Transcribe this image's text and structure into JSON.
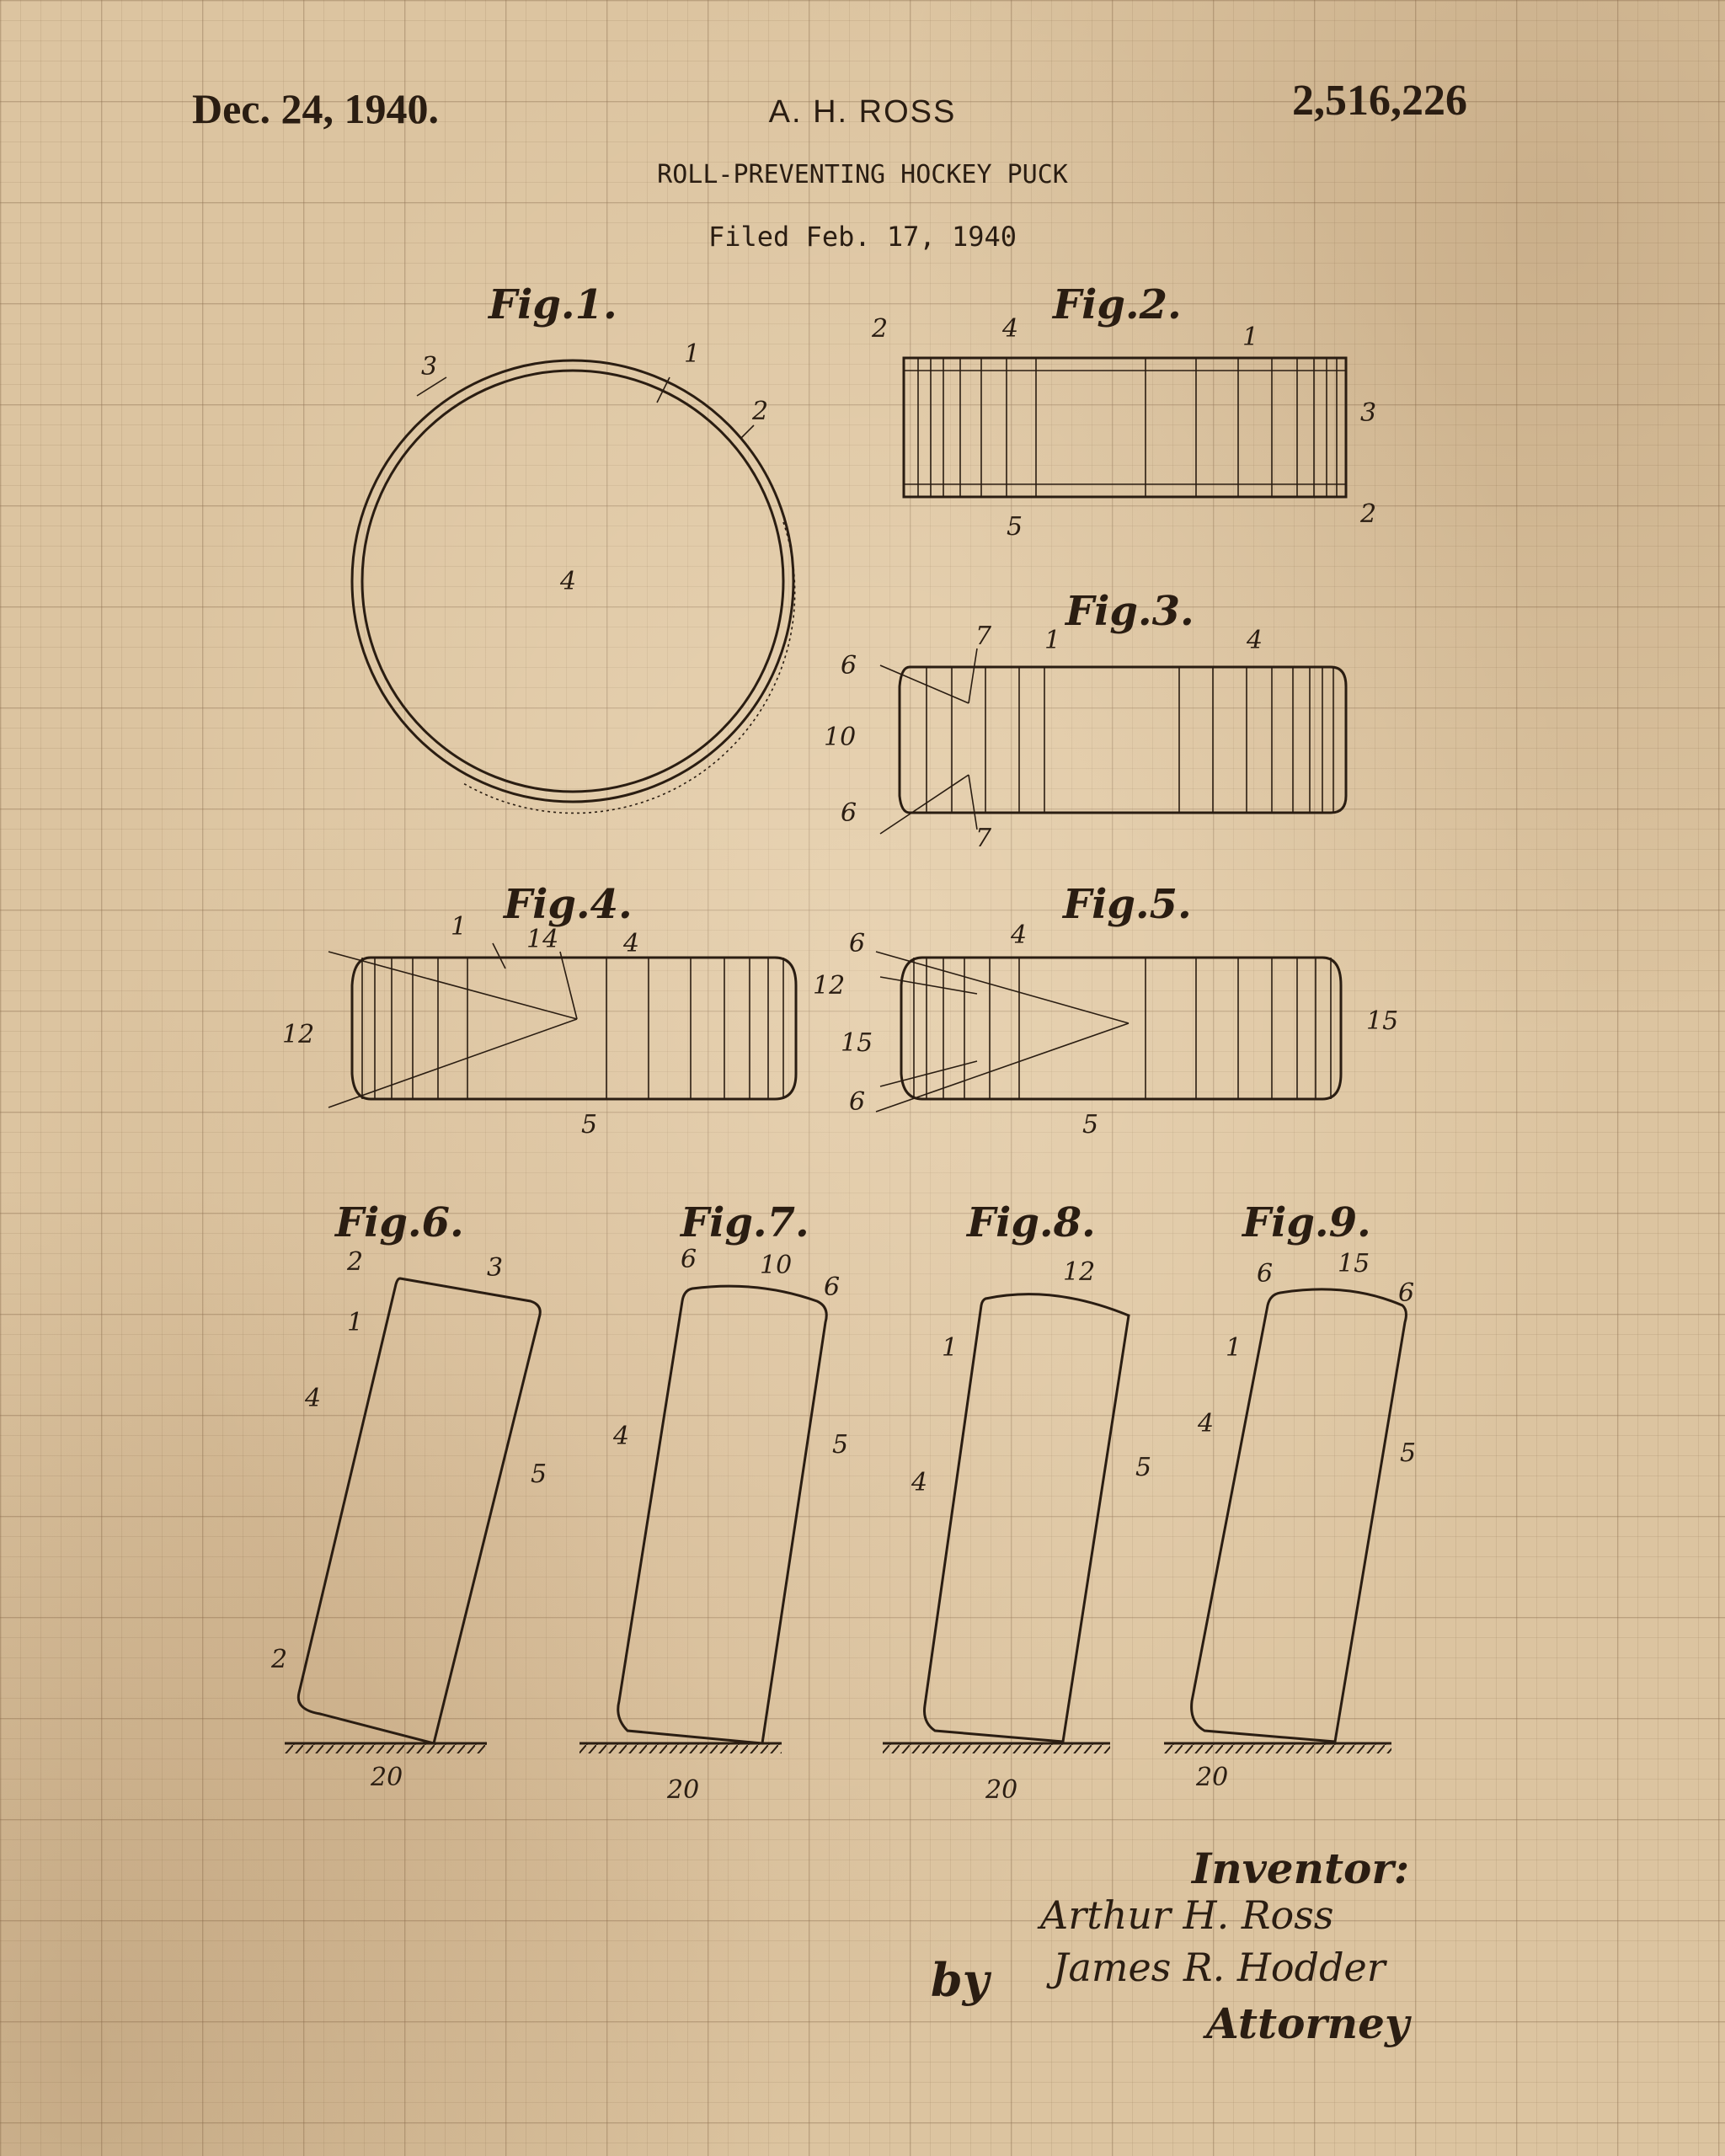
{
  "header": {
    "date": "Dec. 24, 1940.",
    "inventor": "A. H. ROSS",
    "patent_number": "2,516,226",
    "title": "ROLL-PREVENTING HOCKEY PUCK",
    "filed": "Filed Feb. 17, 1940"
  },
  "figures": {
    "fig1": {
      "label": "Fig.1.",
      "refs": [
        "1",
        "2",
        "3",
        "4"
      ]
    },
    "fig2": {
      "label": "Fig.2.",
      "refs": [
        "1",
        "2",
        "3",
        "4",
        "5",
        "2"
      ]
    },
    "fig3": {
      "label": "Fig.3.",
      "refs": [
        "1",
        "4",
        "6",
        "6",
        "7",
        "7",
        "10"
      ]
    },
    "fig4": {
      "label": "Fig.4.",
      "refs": [
        "1",
        "4",
        "5",
        "12",
        "12",
        "14"
      ]
    },
    "fig5": {
      "label": "Fig.5.",
      "refs": [
        "4",
        "5",
        "6",
        "6",
        "15",
        "15"
      ]
    },
    "fig6": {
      "label": "Fig.6.",
      "refs": [
        "1",
        "2",
        "2",
        "3",
        "4",
        "5",
        "20"
      ]
    },
    "fig7": {
      "label": "Fig.7.",
      "refs": [
        "4",
        "5",
        "6",
        "6",
        "10",
        "20"
      ]
    },
    "fig8": {
      "label": "Fig.8.",
      "refs": [
        "1",
        "4",
        "5",
        "12",
        "20"
      ]
    },
    "fig9": {
      "label": "Fig.9.",
      "refs": [
        "1",
        "4",
        "5",
        "6",
        "6",
        "15",
        "20"
      ]
    }
  },
  "signature": {
    "inventor_heading": "Inventor:",
    "inventor_name": "Arthur H. Ross",
    "by": "by",
    "attorney_name": "James R. Hodder",
    "attorney_heading": "Attorney"
  },
  "colors": {
    "ink": "#2a1d12",
    "paper": "#dcc4a0",
    "grid": "#8c6e50"
  }
}
